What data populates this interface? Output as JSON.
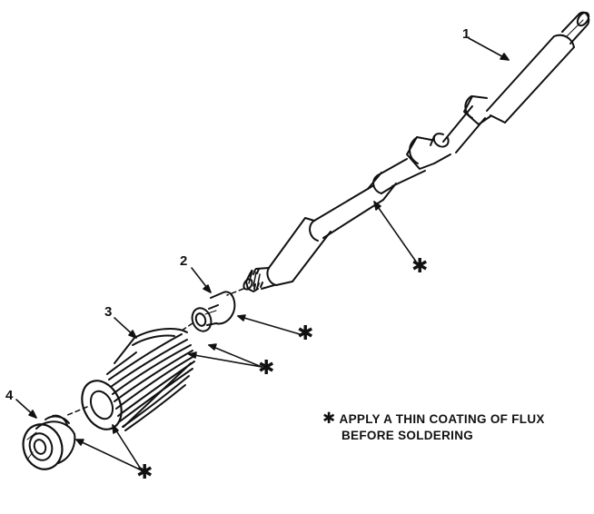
{
  "callouts": {
    "one": "1",
    "two": "2",
    "three": "3",
    "four": "4"
  },
  "asterisk": "✱",
  "note": {
    "line1": "APPLY A THIN COATING OF FLUX",
    "line2": "BEFORE SOLDERING"
  }
}
